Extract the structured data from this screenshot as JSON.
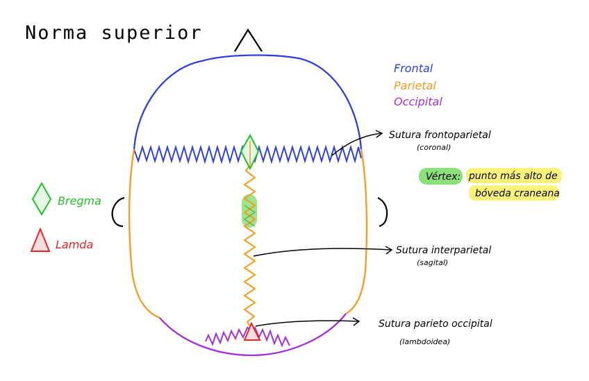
{
  "title": "Norma superior",
  "legend": {
    "frontal": "Frontal",
    "parietal": "Parietal",
    "occipital": "Occipital"
  },
  "markers": {
    "bregma": "Bregma",
    "lamda": "Lamda"
  },
  "labels": {
    "frontoparietal_1": "Sutura frontoparietal",
    "frontoparietal_2": "(coronal)",
    "interparietal_1": "Sutura interparietal",
    "interparietal_2": "(sagital)",
    "parieto_1": "Sutura parieto occipital",
    "parieto_2": "(lambdoidea)"
  },
  "vertex": {
    "term": "Vértex:",
    "def_1": "punto más alto de",
    "def_2": "bóveda craneana"
  },
  "colors": {
    "frontal": "#2f3fe0",
    "parietal": "#f39c1f",
    "occipital": "#a530d6",
    "bregma": "#22c22a",
    "lamda": "#ee2222",
    "vertex_hl": "#8be07a",
    "def_hl": "#fbf27a"
  }
}
